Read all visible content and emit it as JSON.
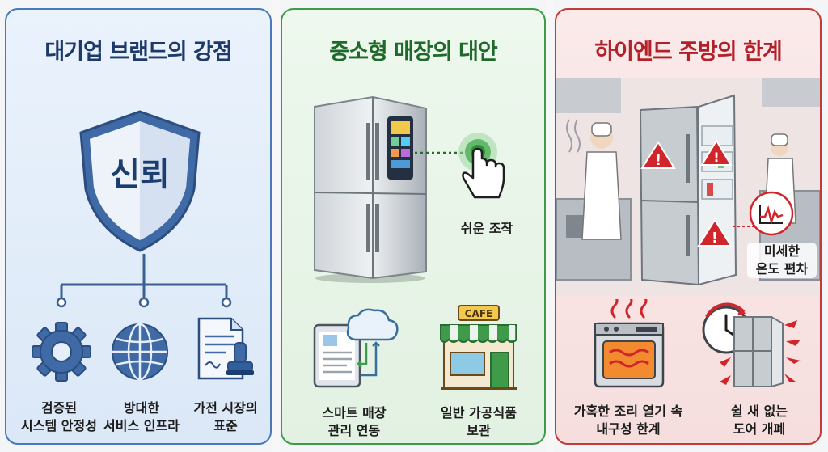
{
  "panels": {
    "brand": {
      "title": "대기업 브랜드의 강점",
      "shield_text": "신뢰",
      "items": [
        {
          "line1": "검증된",
          "line2": "시스템 안정성"
        },
        {
          "line1": "방대한",
          "line2": "서비스 인프라"
        },
        {
          "line1": "가전 시장의",
          "line2": "표준"
        }
      ]
    },
    "small_store": {
      "title": "중소형 매장의 대안",
      "easy_label": "쉬운 조작",
      "items": [
        {
          "line1": "스마트 매장",
          "line2": "관리 연동"
        },
        {
          "line1": "일반 가공식품",
          "line2": "보관"
        }
      ],
      "cafe_sign": "CAFE"
    },
    "high_end": {
      "title": "하이엔드 주방의 한계",
      "deviation": {
        "line1": "미세한",
        "line2": "온도 편차"
      },
      "items": [
        {
          "line1": "가혹한 조리 열기 속",
          "line2": "내구성 한계"
        },
        {
          "line1": "쉴 새 없는",
          "line2": "도어 개폐"
        }
      ]
    }
  },
  "colors": {
    "blue": "#2f5f9e",
    "green": "#3f9a4a",
    "red": "#d0252b"
  },
  "icons": [
    "shield-icon",
    "gear-icon",
    "globe-icon",
    "document-stamp-icon",
    "fridge-icon",
    "touch-hand-icon",
    "tablet-cloud-icon",
    "cafe-storefront-icon",
    "kitchen-scene-icon",
    "warning-icon",
    "pulse-chart-icon",
    "oven-icon",
    "clock-door-icon"
  ]
}
